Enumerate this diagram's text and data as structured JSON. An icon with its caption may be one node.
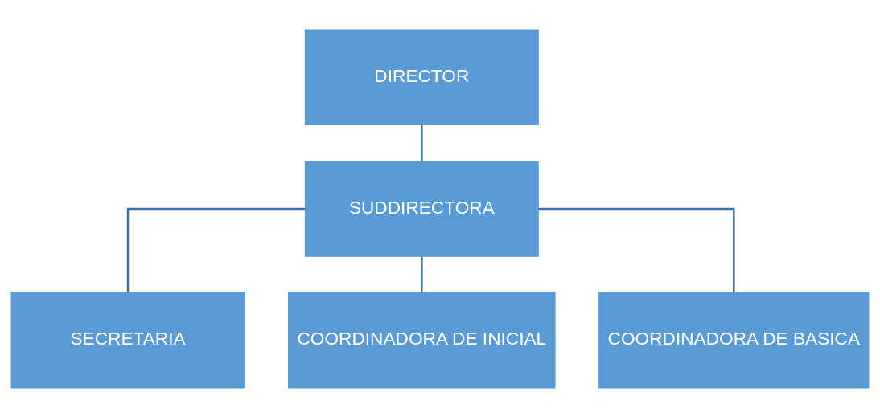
{
  "diagram": {
    "nodes": [
      {
        "text": [
          "DIRECTOR"
        ]
      },
      {
        "text": [
          "SUDDIRECTORA"
        ]
      },
      {
        "text": [
          "SECRETARIA"
        ]
      },
      {
        "text": [
          "COORDINADORA DE INICIAL"
        ]
      },
      {
        "text": [
          "COORDINADORA DE BASICA"
        ]
      }
    ],
    "edges": [
      {
        "from": 0,
        "to": 1,
        "arrow": "none"
      },
      {
        "from": 1,
        "to": 2,
        "arrow": "none"
      },
      {
        "from": 1,
        "to": 3,
        "arrow": "none"
      },
      {
        "from": 1,
        "to": 4,
        "arrow": "none"
      }
    ]
  }
}
